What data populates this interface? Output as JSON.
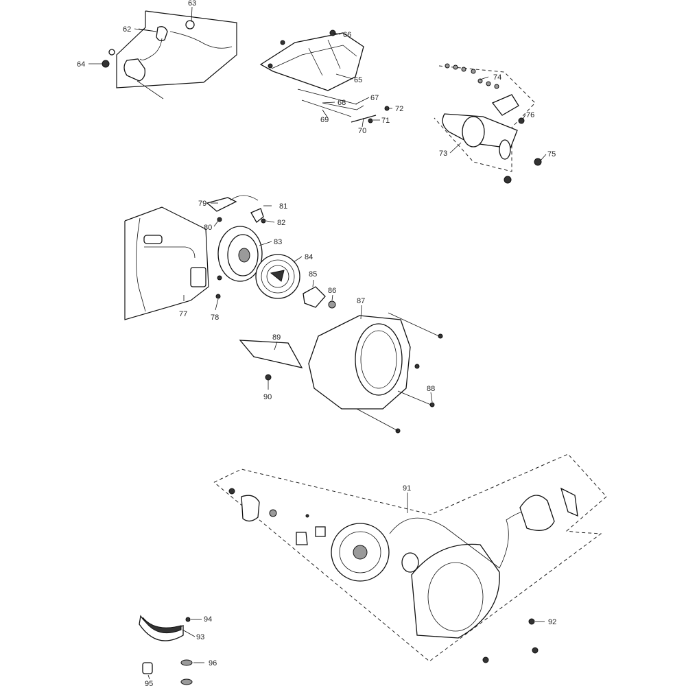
{
  "labels": {
    "p62": "62",
    "p63": "63",
    "p64": "64",
    "p65": "65",
    "p66": "66",
    "p67": "67",
    "p68": "68",
    "p69": "69",
    "p70": "70",
    "p71": "71",
    "p72": "72",
    "p73": "73",
    "p74": "74",
    "p75": "75",
    "p76": "76",
    "p77": "77",
    "p78": "78",
    "p79": "79",
    "p80": "80",
    "p81": "81",
    "p82": "82",
    "p83": "83",
    "p84": "84",
    "p85": "85",
    "p86": "86",
    "p87": "87",
    "p88": "88",
    "p89": "89",
    "p90": "90",
    "p91": "91",
    "p92": "92",
    "p93": "93",
    "p94": "94",
    "p95": "95",
    "p96": "96"
  }
}
